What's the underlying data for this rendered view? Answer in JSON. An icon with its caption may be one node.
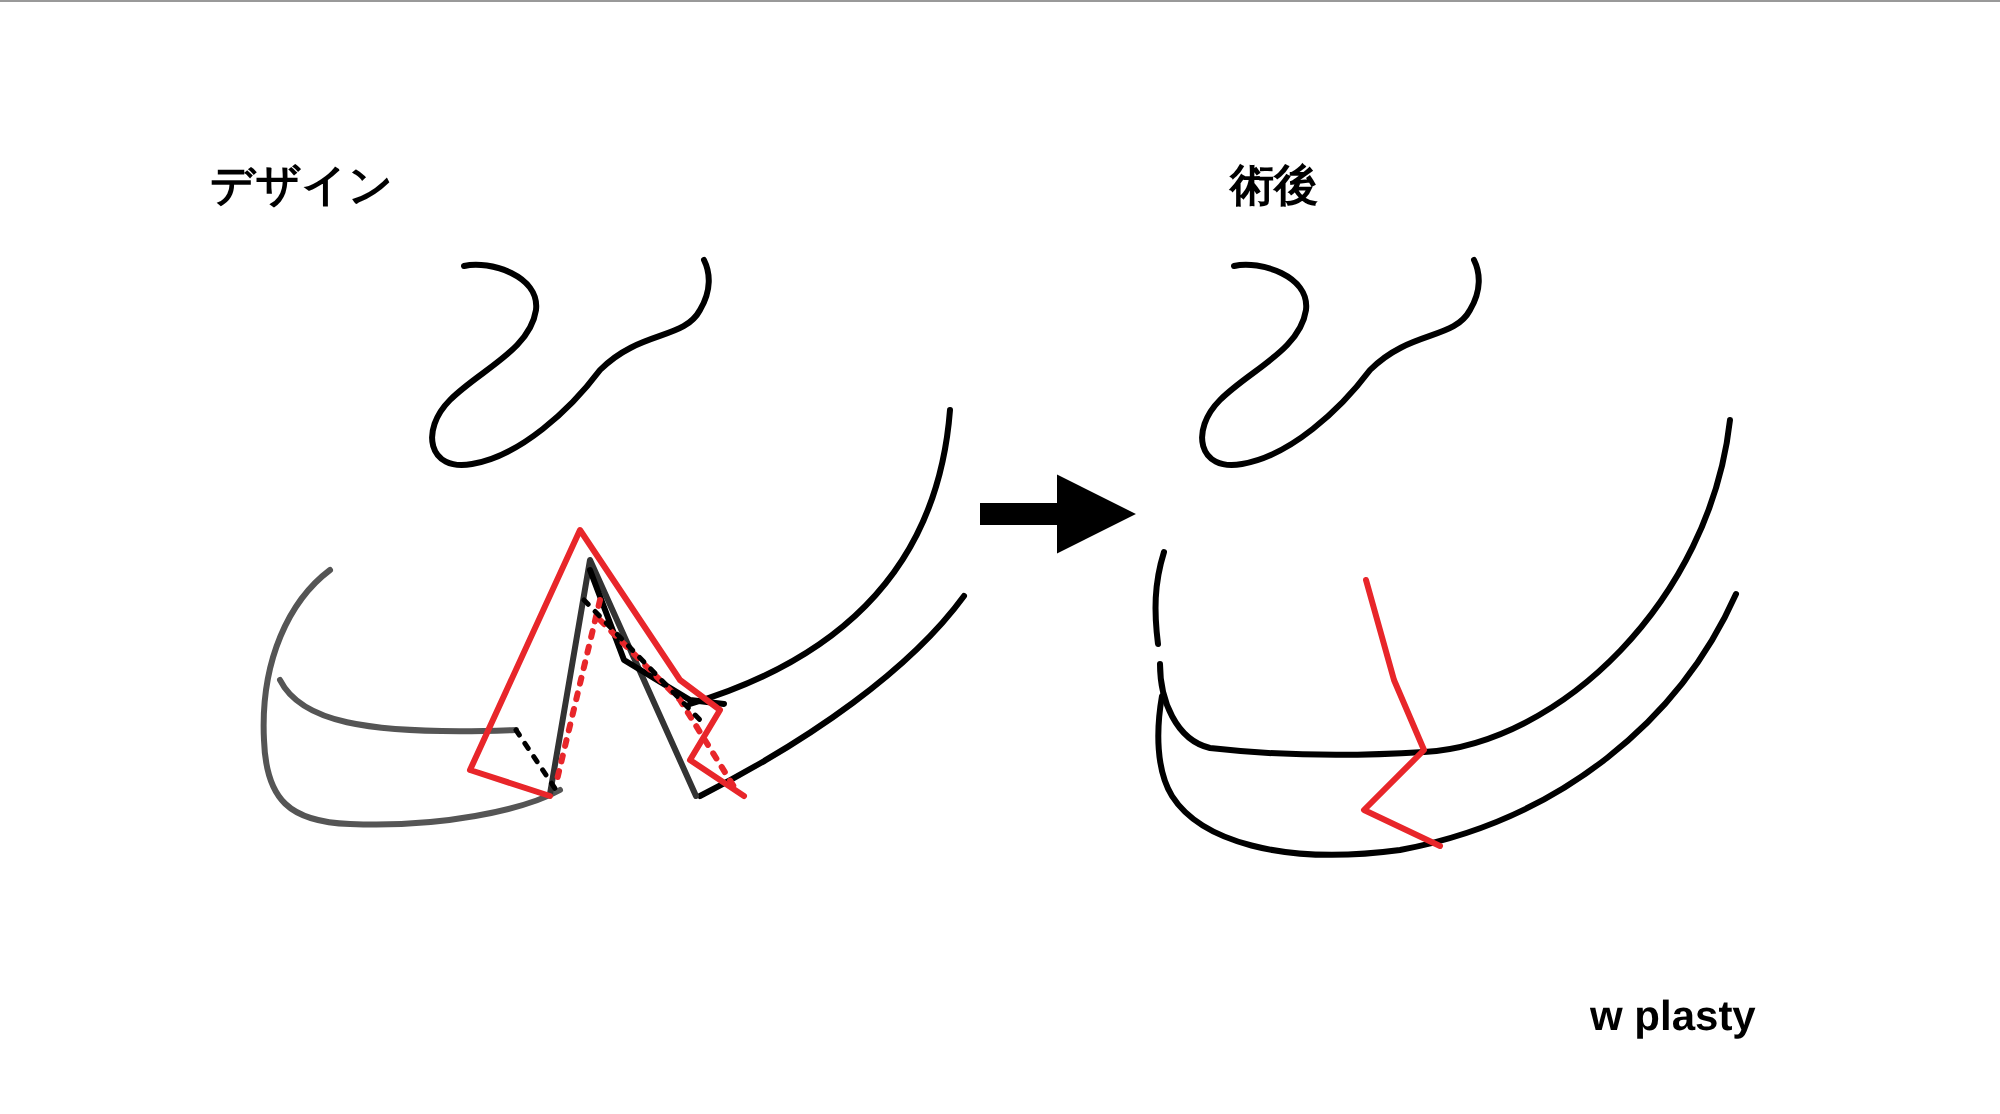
{
  "diagram": {
    "nodes": [
      {
        "text": [],
        "shape": "picture",
        "beside": [
          "デザイン"
        ]
      },
      {
        "text": [],
        "shape": "picture",
        "beside": [
          "術後"
        ]
      }
    ],
    "edges": [
      {
        "from": 0,
        "to": 1,
        "arrow": "to"
      }
    ],
    "labels": [
      "w plasty"
    ]
  }
}
